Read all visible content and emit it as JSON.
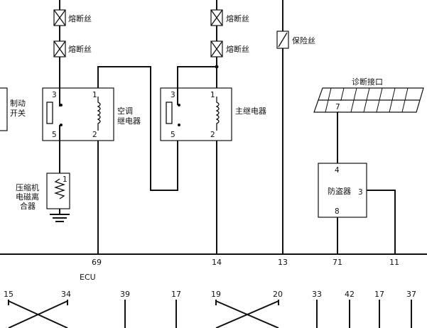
{
  "fuses": {
    "left_top": "熔断丝",
    "left_bottom": "熔断丝",
    "mid_top": "熔断丝",
    "mid_bottom": "熔断丝",
    "right": "保险丝"
  },
  "brake_switch": {
    "label_line1": "制动",
    "label_line2": "开关"
  },
  "ac_relay": {
    "label_line1": "空调",
    "label_line2": "继电器",
    "pin3": "3",
    "pin5": "5",
    "pin1": "1",
    "pin2": "2"
  },
  "main_relay": {
    "label": "主继电器",
    "pin3": "3",
    "pin5": "5",
    "pin1": "1",
    "pin2": "2"
  },
  "compressor": {
    "label_line1": "压缩机",
    "label_line2": "电磁离",
    "label_line3": "合器",
    "pin1": "1"
  },
  "diag_port": {
    "label": "诊断接口",
    "pin7": "7"
  },
  "immobilizer": {
    "label": "防盗器",
    "pin4": "4",
    "pin3": "3",
    "pin8": "8"
  },
  "ecu": {
    "label": "ECU",
    "pins": [
      "69",
      "14",
      "13",
      "71",
      "11"
    ]
  },
  "bottom_pins": [
    "15",
    "34",
    "39",
    "17",
    "19",
    "20",
    "33",
    "42",
    "17",
    "37"
  ]
}
